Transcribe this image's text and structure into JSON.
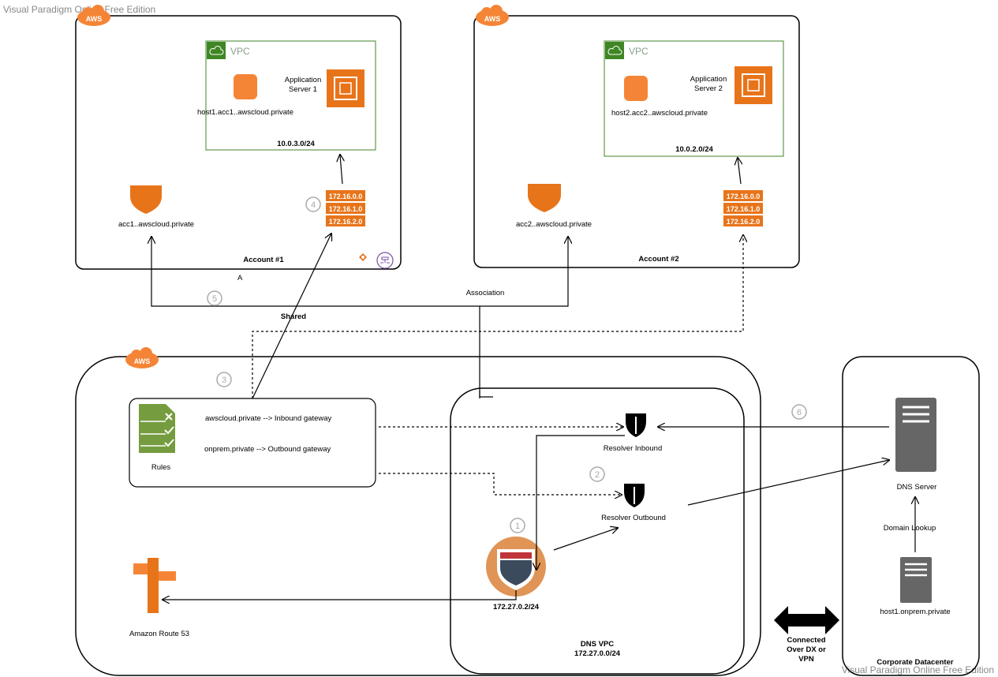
{
  "watermark": {
    "top": "Visual Paradigm Online Free Edition",
    "bottom": "Visual Paradigm Online Free Edition"
  },
  "aws_badge": "AWS",
  "account1": {
    "title": "Account #1",
    "vpc_label": "VPC",
    "host": "host1.acc1..awscloud.private",
    "server_line1": "Application",
    "server_line2": "Server 1",
    "cidr": "10.0.3.0/24",
    "zone": "acc1..awscloud.private",
    "subnets": [
      "172.16.0.0",
      "172.16.1.0",
      "172.16.2.0"
    ],
    "step": "4",
    "letter_a": "A"
  },
  "account2": {
    "title": "Account #2",
    "vpc_label": "VPC",
    "host": "host2.acc2..awscloud.private",
    "server_line1": "Application",
    "server_line2": "Server 2",
    "cidr": "10.0.2.0/24",
    "zone": "acc2..awscloud.private",
    "subnets": [
      "172.16.0.0",
      "172.16.1.0",
      "172.16.2.0"
    ]
  },
  "links": {
    "association": "Association",
    "shared": "Shared",
    "step5": "5",
    "step3": "3"
  },
  "rules": {
    "label": "Rules",
    "rule1": "awscloud.private -->  Inbound gateway",
    "rule2": "onprem.private -->  Outbound gateway"
  },
  "dns_vpc": {
    "resolver_inbound": "Resolver Inbound",
    "resolver_outbound": "Resolver Outbound",
    "resolver_ip": "172.27.0.2/24",
    "title": "DNS VPC",
    "cidr": "172.27.0.0/24",
    "step1": "1",
    "step2": "2"
  },
  "route53": {
    "label": "Amazon Route 53"
  },
  "datacenter": {
    "title": "Corporate Datacenter",
    "dns_server": "DNS Server",
    "lookup": "Domain Lookup",
    "host": "host1.onprem.private",
    "step6": "6"
  },
  "connection": {
    "line1": "Connected",
    "line2": "Over DX or",
    "line3": "VPN"
  },
  "colors": {
    "aws_orange": "#f58536",
    "vpc_green": "#3f8624",
    "rules_green": "#759c3e",
    "server_gray": "#666666"
  }
}
